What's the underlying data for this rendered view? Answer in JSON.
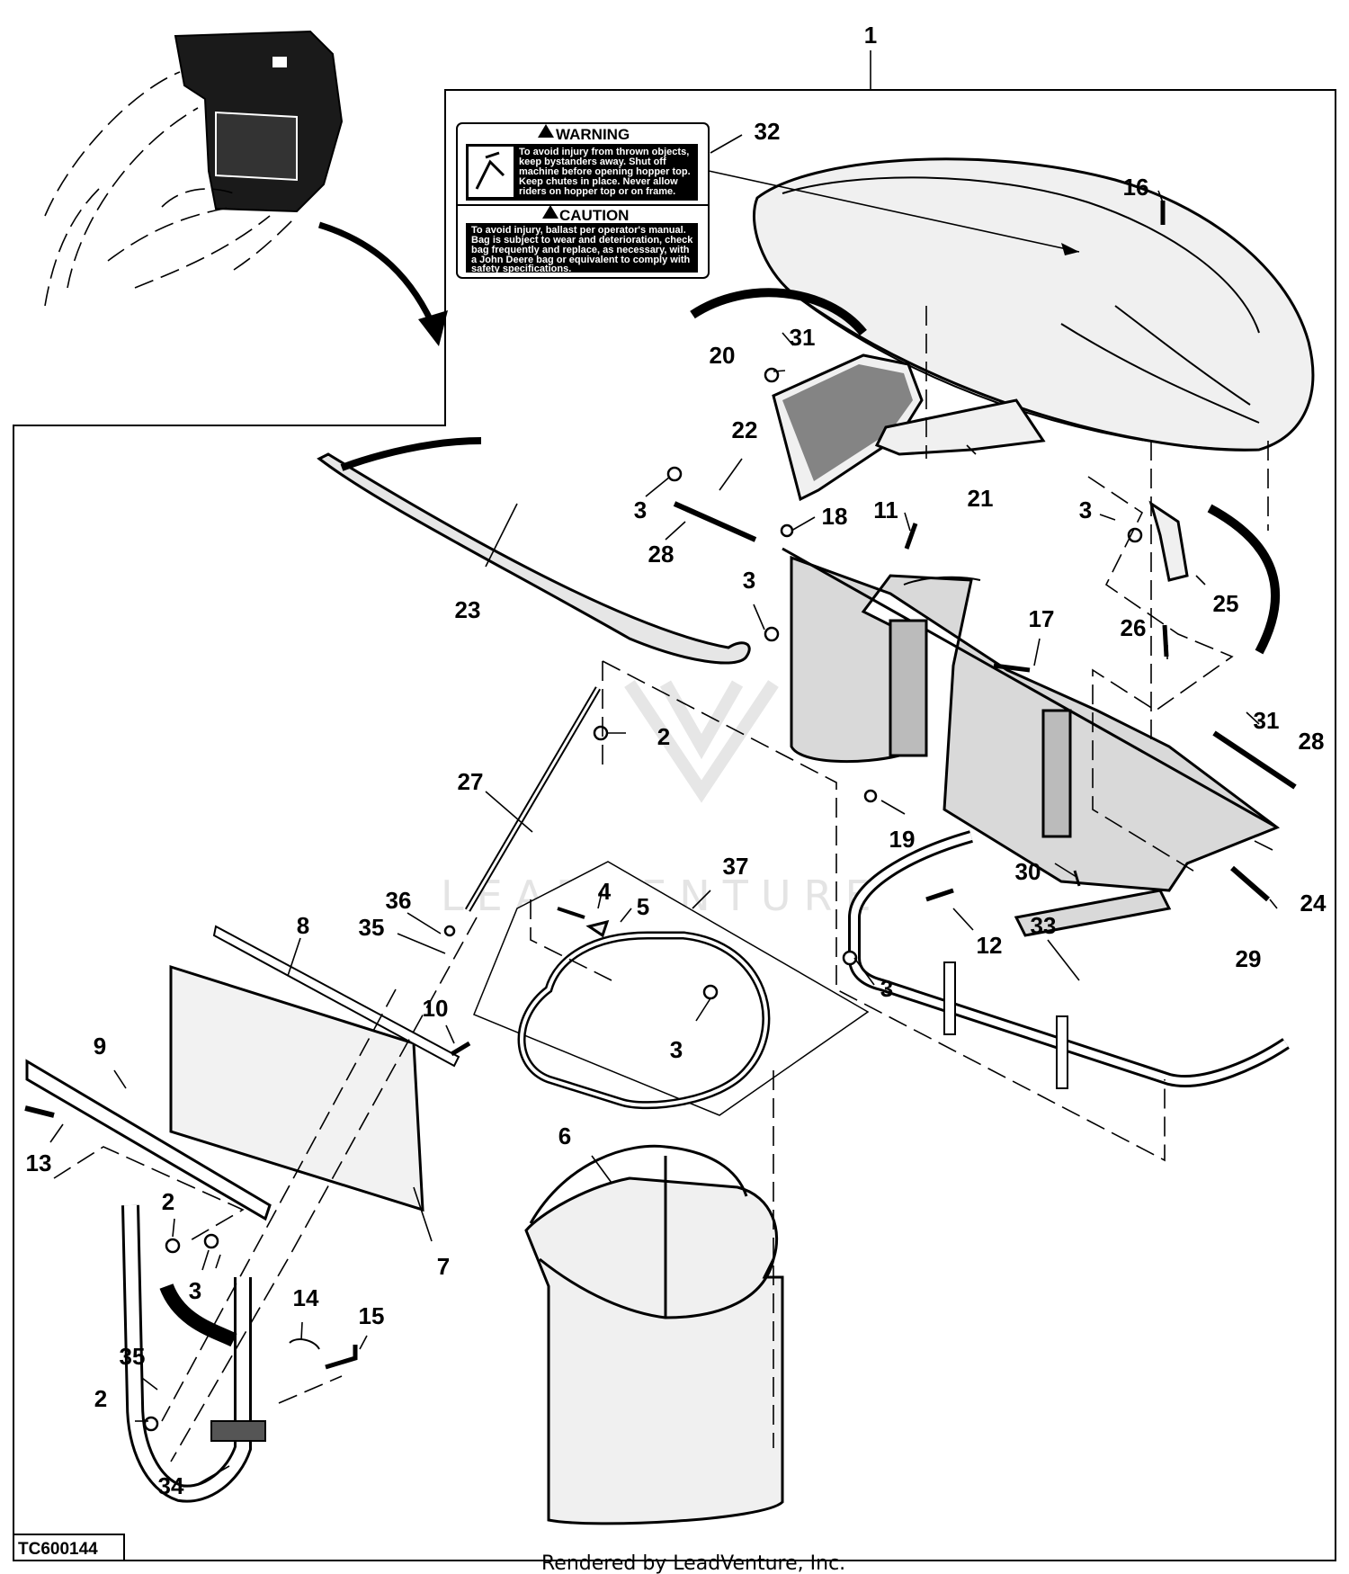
{
  "diagram": {
    "part_numbers": {
      "p1": "1",
      "p2a": "2",
      "p2b": "2",
      "p2c": "2",
      "p3a": "3",
      "p3b": "3",
      "p3c": "3",
      "p3d": "3",
      "p3e": "3",
      "p3f": "3",
      "p4": "4",
      "p5": "5",
      "p6": "6",
      "p7": "7",
      "p8": "8",
      "p9": "9",
      "p10": "10",
      "p11": "11",
      "p12": "12",
      "p13": "13",
      "p14": "14",
      "p15": "15",
      "p16": "16",
      "p17": "17",
      "p18": "18",
      "p19": "19",
      "p20": "20",
      "p21": "21",
      "p22": "22",
      "p23": "23",
      "p24": "24",
      "p25": "25",
      "p26": "26",
      "p27": "27",
      "p28a": "28",
      "p28b": "28",
      "p29": "29",
      "p30": "30",
      "p31a": "31",
      "p31b": "31",
      "p32": "32",
      "p33": "33",
      "p34": "34",
      "p35a": "35",
      "p35b": "35",
      "p36": "36",
      "p37": "37"
    },
    "warning_label": {
      "warning_title": "WARNING",
      "warning_lines": [
        "To avoid injury from thrown objects,",
        "keep bystanders away. Shut off",
        "machine before opening hopper top.",
        "Keep chutes in place. Never allow",
        "riders on hopper top or on frame."
      ],
      "caution_title": "CAUTION",
      "caution_lines": [
        "To avoid injury, ballast per operator's manual.",
        "Bag is subject to wear and deterioration, check",
        "bag frequently and replace, as necessary, with",
        "a John Deere bag or equivalent to comply with",
        "safety specifications."
      ]
    },
    "figure_id": "TC600144",
    "watermark": "LEADVENTURE",
    "footer": "Rendered by LeadVenture, Inc."
  },
  "colors": {
    "line": "#000000",
    "background": "#ffffff",
    "shade": "#d9d9d9",
    "watermark": "#e4e4e4"
  }
}
